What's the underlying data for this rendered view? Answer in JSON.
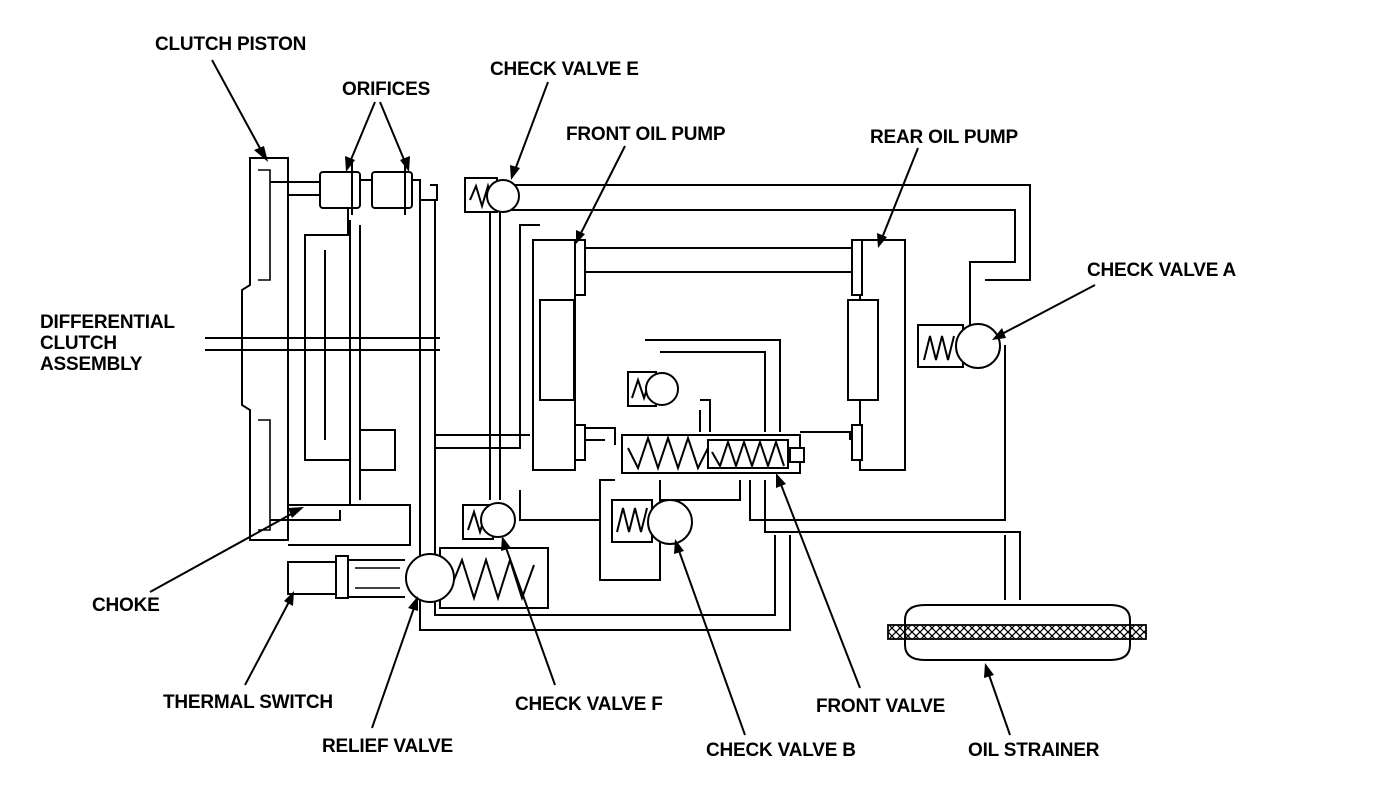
{
  "labels": {
    "clutch_piston": "CLUTCH PISTON",
    "orifices": "ORIFICES",
    "check_valve_e": "CHECK VALVE E",
    "front_oil_pump": "FRONT OIL PUMP",
    "rear_oil_pump": "REAR OIL PUMP",
    "check_valve_a": "CHECK VALVE A",
    "differential_line1": "DIFFERENTIAL",
    "differential_line2": "CLUTCH",
    "differential_line3": "ASSEMBLY",
    "choke": "CHOKE",
    "thermal_switch": "THERMAL SWITCH",
    "relief_valve": "RELIEF VALVE",
    "check_valve_f": "CHECK VALVE F",
    "check_valve_b": "CHECK VALVE B",
    "front_valve": "FRONT VALVE",
    "oil_strainer": "OIL STRAINER"
  },
  "colors": {
    "ink": "#000000",
    "paper": "#ffffff"
  }
}
